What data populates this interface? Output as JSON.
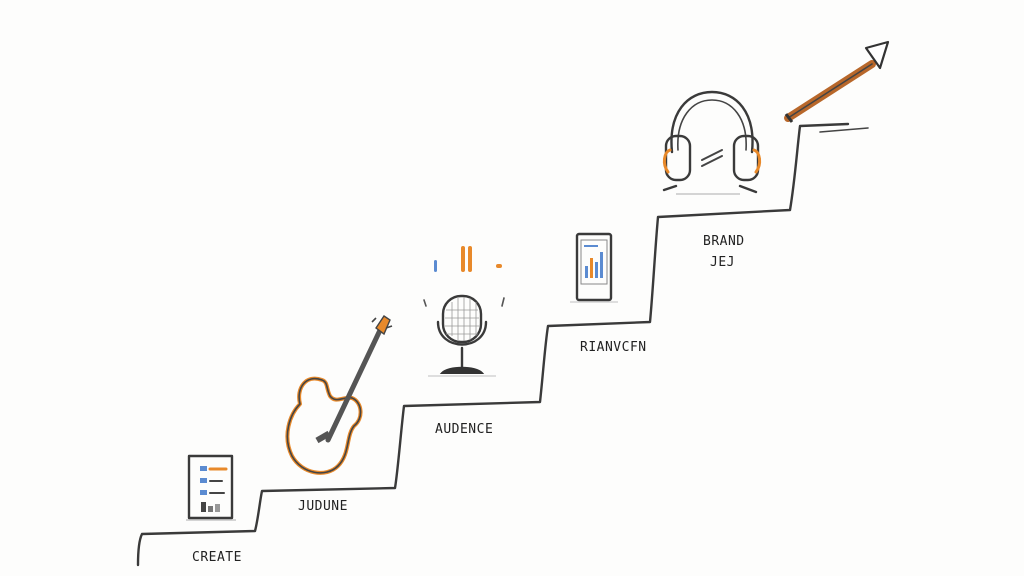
{
  "steps": [
    {
      "label": "CREATE",
      "icon": "document-icon"
    },
    {
      "label": "JUDUNE",
      "icon": "guitar-icon"
    },
    {
      "label": "AUDENCE",
      "icon": "microphone-icon"
    },
    {
      "label": "RIANVCFN",
      "icon": "phone-chart-icon"
    },
    {
      "label": "BRAND",
      "label2": "JEJ",
      "icon": "headphones-icon"
    }
  ],
  "colors": {
    "ink": "#3a3a3a",
    "accent_orange": "#e8892a",
    "accent_blue": "#5b8bd1",
    "pencil_brown": "#b8672a"
  },
  "final_icon": "arrow-pencil-icon"
}
